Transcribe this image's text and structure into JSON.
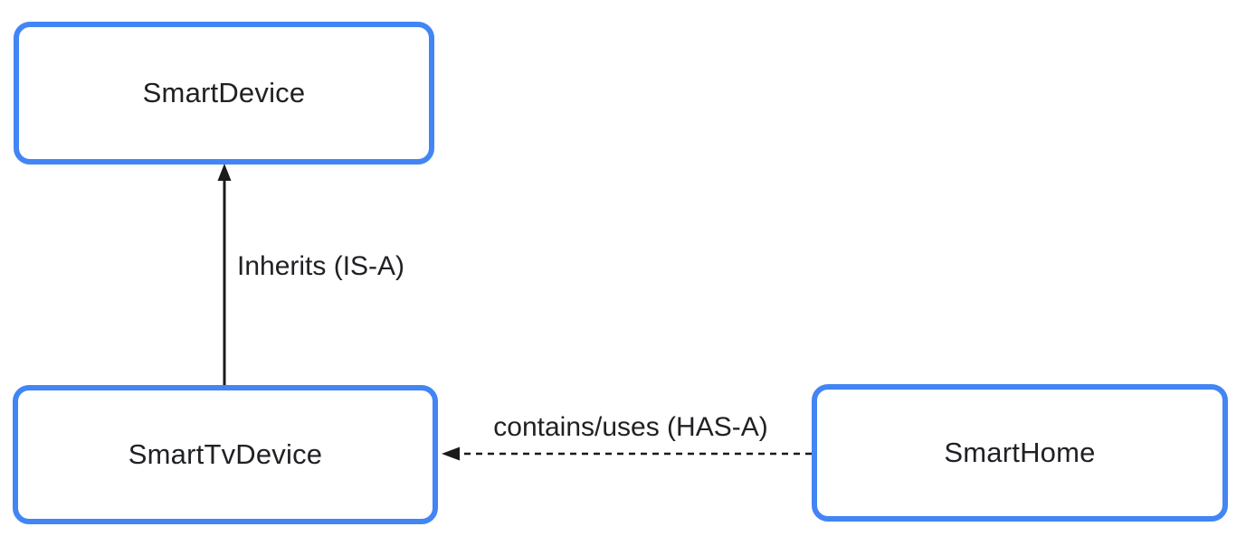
{
  "nodes": [
    {
      "id": "smart-device",
      "label": "SmartDevice"
    },
    {
      "id": "smart-tv-device",
      "label": "SmartTvDevice"
    },
    {
      "id": "smart-home",
      "label": "SmartHome"
    }
  ],
  "edges": [
    {
      "id": "inheritance",
      "from": "smart-tv-device",
      "to": "smart-device",
      "label": "Inherits (IS-A)",
      "style": "solid",
      "arrowhead": "filled-triangle-up"
    },
    {
      "id": "composition",
      "from": "smart-home",
      "to": "smart-tv-device",
      "label": "contains/uses (HAS-A)",
      "style": "dashed",
      "arrowhead": "filled-triangle-left"
    }
  ],
  "colors": {
    "node_border": "#4285F4",
    "node_fill": "#FFFFFF",
    "text": "#202124",
    "arrow": "#1A1A1A",
    "background": "#FFFFFF"
  }
}
